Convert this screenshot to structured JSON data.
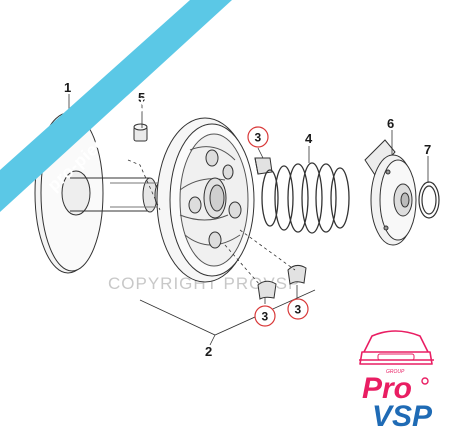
{
  "banner": {
    "text": "pro-piece-vsp.com",
    "color": "#5bc8e6"
  },
  "watermark": {
    "text": "COPYRIGHT PROVSP"
  },
  "callouts": {
    "p1": "1",
    "p2": "2",
    "p3a": "3",
    "p3b": "3",
    "p3c": "3",
    "p4": "4",
    "p5": "5",
    "p6": "6",
    "p7": "7"
  },
  "logo": {
    "group_text": "GROUP",
    "line1": "Pro",
    "line2": "VSP",
    "accent": "#e91e63",
    "primary": "#1f6bb5"
  },
  "colors": {
    "callout_ring": "#d93a3a",
    "line": "#333333"
  }
}
